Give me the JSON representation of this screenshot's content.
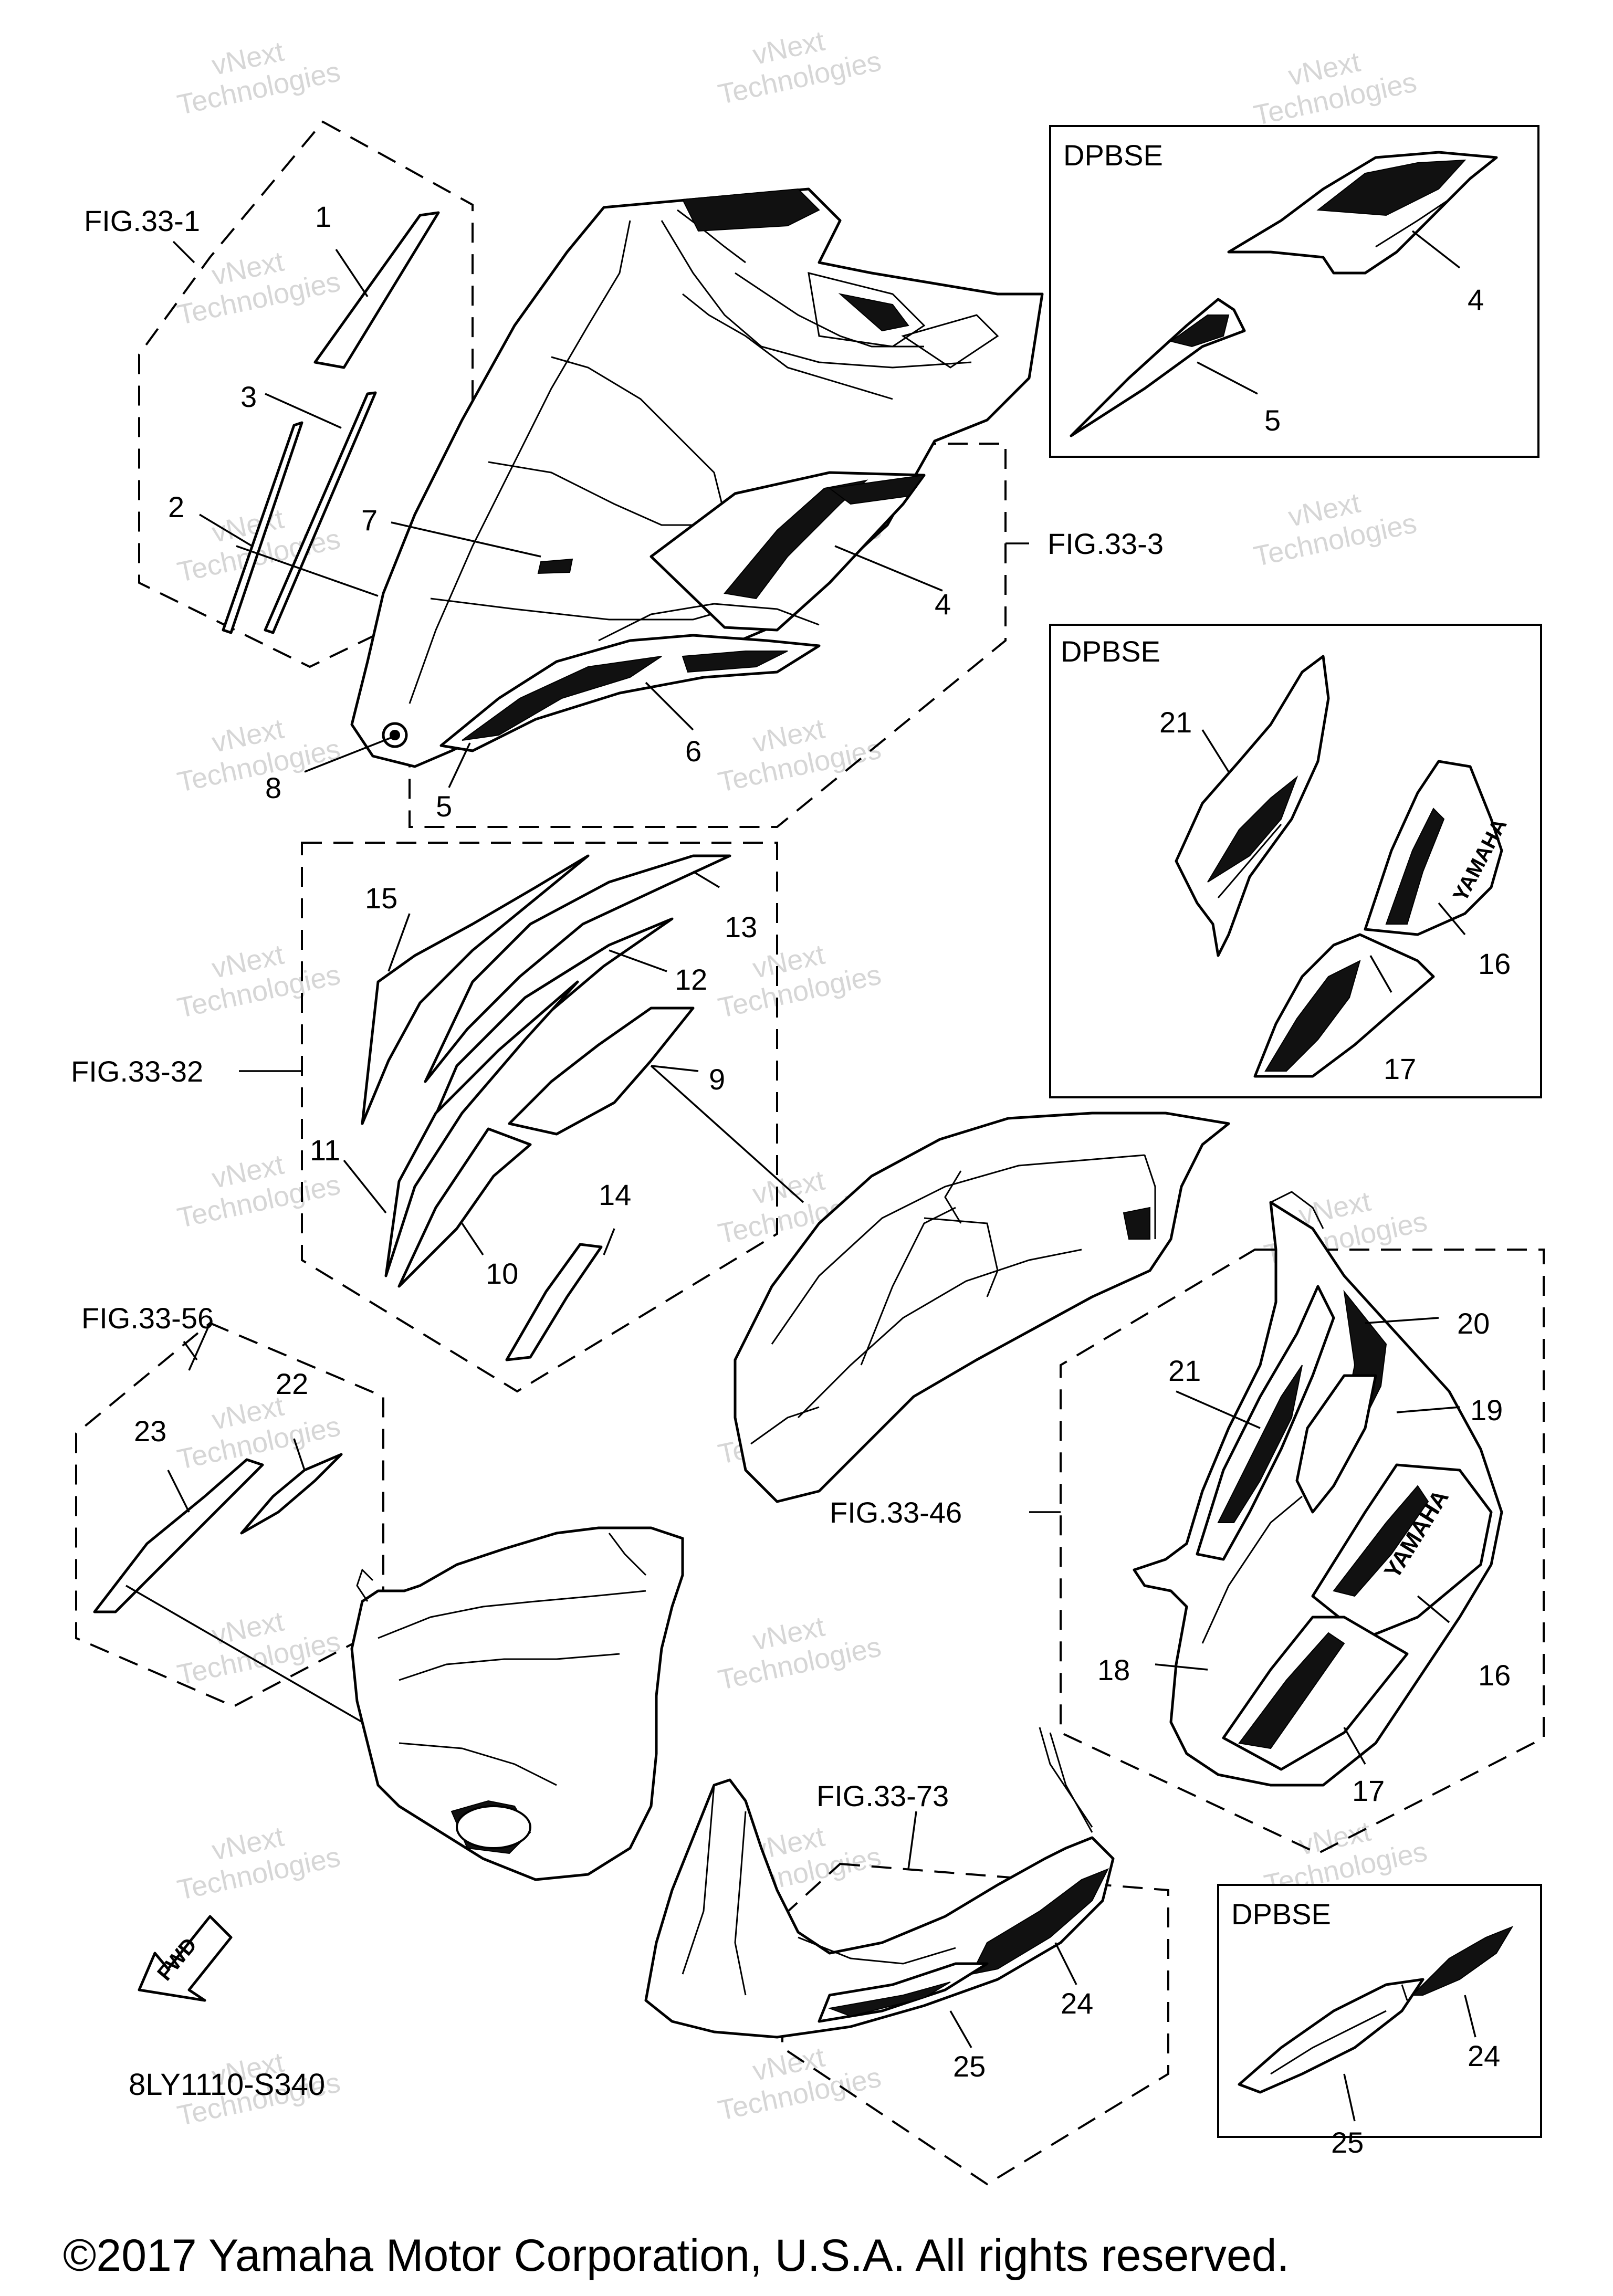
{
  "diagram": {
    "code": "8LY1110-S340",
    "copyright": "©2017 Yamaha Motor Corporation, U.S.A. All rights reserved.",
    "fwd_label": "FWD",
    "watermark": [
      "vNext",
      "Technologies"
    ],
    "fig_refs": {
      "fig_33_1": "FIG.33-1",
      "fig_33_3": "FIG.33-3",
      "fig_33_32": "FIG.33-32",
      "fig_33_56": "FIG.33-56",
      "fig_33_46": "FIG.33-46",
      "fig_33_73": "FIG.33-73"
    },
    "variant_boxes": {
      "box1": "DPBSE",
      "box2": "DPBSE",
      "box3": "DPBSE"
    },
    "decal_text": {
      "yamaha": "YAMAHA"
    },
    "part_numbers": {
      "p1": "1",
      "p2": "2",
      "p3": "3",
      "p4": "4",
      "p4b": "4",
      "p5": "5",
      "p5b": "5",
      "p6": "6",
      "p7": "7",
      "p8": "8",
      "p9": "9",
      "p10": "10",
      "p11": "11",
      "p12": "12",
      "p13": "13",
      "p14": "14",
      "p15": "15",
      "p16": "16",
      "p16b": "16",
      "p17": "17",
      "p17b": "17",
      "p18": "18",
      "p19": "19",
      "p20": "20",
      "p21": "21",
      "p21b": "21",
      "p22": "22",
      "p23": "23",
      "p24": "24",
      "p24b": "24",
      "p25": "25",
      "p25b": "25"
    }
  }
}
